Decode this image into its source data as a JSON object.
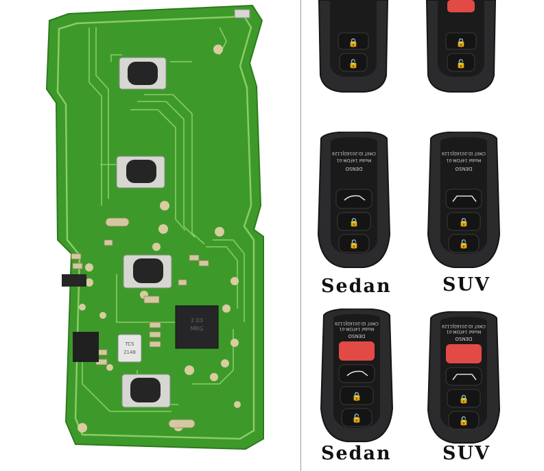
{
  "pcb": {
    "chip_marking": [
      "2.03",
      "MRG"
    ],
    "crystal_marking": [
      "TCS",
      "2148"
    ]
  },
  "fobs": [
    {
      "model": "",
      "cut_off": true,
      "panic_button": false
    },
    {
      "model": "",
      "cut_off": true,
      "panic_button": true
    },
    {
      "model": "Sedan",
      "panic_button": false,
      "text_lines": [
        "DENSO",
        "Model 14FDM-01",
        "CMIIT ID:2016DJ1129"
      ]
    },
    {
      "model": "SUV",
      "panic_button": false,
      "text_lines": [
        "DENSO",
        "Model 14FDM-01",
        "CMIIT ID:2016DJ1129"
      ]
    },
    {
      "model": "Sedan",
      "panic_button": true,
      "text_lines": [
        "DENSO",
        "Model 14FDM-01",
        "CMIIT ID:2016DJ1129"
      ]
    },
    {
      "model": "SUV",
      "panic_button": true,
      "text_lines": [
        "DENSO",
        "Model 14FDM-01",
        "CMIIT ID:2016DJ1129"
      ]
    }
  ],
  "labels": {
    "row1_left": "Sedan",
    "row1_right": "SUV",
    "row2_left": "Sedan",
    "row2_right": "SUV"
  },
  "colors": {
    "pcb_green": "#3f9a2b",
    "pcb_trace": "#7cc05a",
    "pad_gold": "#c8b68a",
    "fob_body": "#2b2b2d",
    "panic_red": "#e24a45"
  }
}
